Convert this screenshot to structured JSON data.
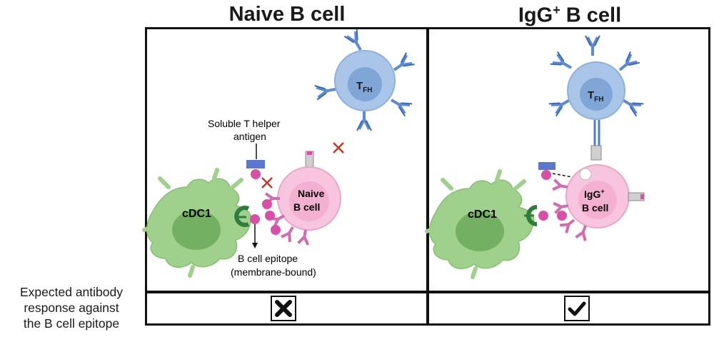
{
  "titles": {
    "left": "Naive B cell",
    "right_main": "IgG",
    "right_sup": "+",
    "right_rest": " B cell"
  },
  "row_label": [
    "Expected antibody",
    "response against",
    "the B cell epitope"
  ],
  "left_panel": {
    "tfh_main": "T",
    "tfh_sub": "FH",
    "soluble_line1": "Soluble T helper",
    "soluble_line2": "antigen",
    "dc_label": "cDC1",
    "bcell_line1": "Naive",
    "bcell_line2": "B cell",
    "epitope_line1": "B cell epitope",
    "epitope_line2": "(membrane-bound)"
  },
  "right_panel": {
    "tfh_main": "T",
    "tfh_sub": "FH",
    "dc_label": "cDC1",
    "bcell_main": "IgG",
    "bcell_sup": "+",
    "bcell_line2": "B cell"
  },
  "results": {
    "left": "cross-icon",
    "right": "check-icon"
  },
  "colors": {
    "tfh_fill": "#a9c6e8",
    "tfh_nucleus": "#7fa6d6",
    "bcell_fill": "#f7c6de",
    "bcell_nucleus": "#f3b0d0",
    "dc_fill": "#9fd08c",
    "dc_nucleus": "#74b062",
    "epitope": "#d94fa8",
    "receptor": "#d36bb0",
    "antibody": "#4f7fc9",
    "x_mark": "#c0392b",
    "antigen": "#5a78d0"
  }
}
